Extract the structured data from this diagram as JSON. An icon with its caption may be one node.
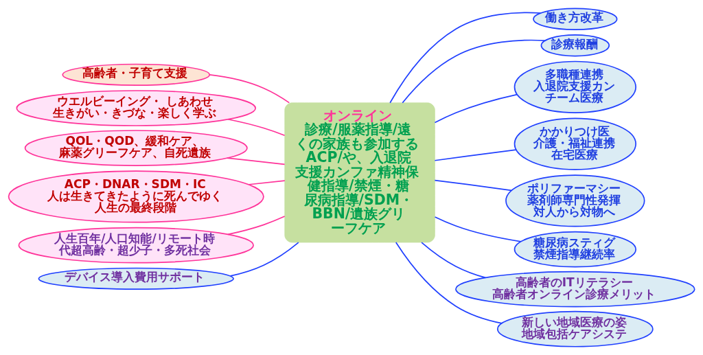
{
  "diagram": {
    "nodes": [
      {
        "text": [
          "オンライン",
          "診療/服薬指導/遠くの家族も参加するACP/や、入退院支援カンファ精神保健指導/禁煙・糖尿病指導/SDM・BBN/遺族グリーフケア"
        ]
      },
      {
        "text": [
          "高齢者・子育て支援"
        ]
      },
      {
        "text": [
          "働き方改革"
        ]
      },
      {
        "text": [
          "診療報酬"
        ]
      },
      {
        "text": [
          "多職種連携入退院支援カンチーム医療"
        ]
      },
      {
        "text": [
          "ウエルビーイング・ しあわせ生きがい・きづな・楽しく学ぶ"
        ]
      },
      {
        "text": [
          "QOL・QOD、緩和ケア、麻薬グリーフケア、自死遺族"
        ]
      },
      {
        "text": [
          "かかりつけ医介護・福祉連携在宅医療"
        ]
      },
      {
        "text": [
          "ACP・DNAR・SDM・IC人は生きてきたように死んでゆく人生の最終段階"
        ]
      },
      {
        "text": [
          "ポリファーマシー薬剤師専門性発揮対人から対物へ"
        ]
      },
      {
        "text": [
          "人生百年/人口知能/リモート時代超高齢・超少子・多死社会"
        ]
      },
      {
        "text": [
          "糖尿病スティグ禁煙指導継続率"
        ]
      },
      {
        "text": [
          "デバイス導入費用サポート"
        ]
      },
      {
        "text": [
          "高齢者のITリテラシー高齢者オンライン診療メリット"
        ]
      },
      {
        "text": [
          "新しい地域医療の姿地域包括ケアシステ"
        ]
      }
    ],
    "edges": [
      {
        "from": 1,
        "to": 0,
        "arrow": "none",
        "color": "#ff3399"
      },
      {
        "from": 2,
        "to": 0,
        "arrow": "none"
      },
      {
        "from": 3,
        "to": 0,
        "arrow": "none"
      },
      {
        "from": 4,
        "to": 0,
        "arrow": "none"
      },
      {
        "from": 5,
        "to": 0,
        "arrow": "none",
        "color": "#ff3399"
      },
      {
        "from": 6,
        "to": 0,
        "arrow": "none",
        "color": "#ff3399"
      },
      {
        "from": 7,
        "to": 0,
        "arrow": "none"
      },
      {
        "from": 8,
        "to": 0,
        "arrow": "none",
        "color": "#ff3399"
      },
      {
        "from": 9,
        "to": 0,
        "arrow": "none"
      },
      {
        "from": 10,
        "to": 0,
        "arrow": "none",
        "color": "#ff3399"
      },
      {
        "from": 11,
        "to": 0,
        "arrow": "none"
      },
      {
        "from": 12,
        "to": 0,
        "arrow": "none"
      },
      {
        "from": 13,
        "to": 0,
        "arrow": "none"
      },
      {
        "from": 14,
        "to": 0,
        "arrow": "none"
      }
    ]
  }
}
